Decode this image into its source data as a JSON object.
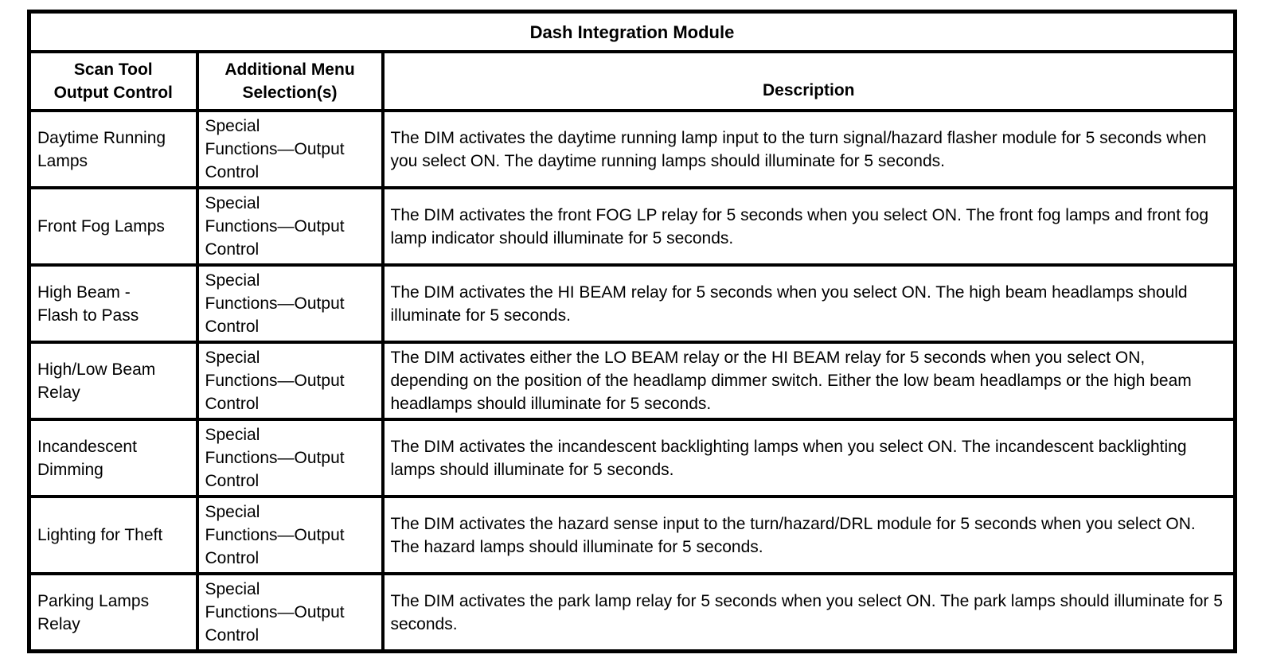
{
  "page": {
    "background_color": "#ffffff",
    "text_color": "#000000",
    "border_color": "#000000"
  },
  "table": {
    "title": "Dash Integration Module",
    "headers": {
      "control": "Scan Tool\nOutput Control",
      "menu": "Additional Menu\nSelection(s)",
      "description": "Description"
    },
    "rows": [
      {
        "control": "Daytime Running\nLamps",
        "menu": "Special\nFunctions—Output\nControl",
        "description": "The DIM activates the daytime running lamp input to the turn signal/hazard flasher module for 5 seconds when you select ON. The daytime running lamps should illuminate for 5 seconds."
      },
      {
        "control": "Front Fog Lamps",
        "menu": "Special\nFunctions—Output\nControl",
        "description": "The DIM activates the front FOG LP relay for 5 seconds when you select ON. The front fog lamps and front fog lamp indicator should illuminate for 5 seconds."
      },
      {
        "control": "High Beam -\nFlash to Pass",
        "menu": "Special\nFunctions—Output\nControl",
        "description": "The DIM activates the HI BEAM relay for 5 seconds when you select ON. The high beam headlamps should illuminate for 5 seconds."
      },
      {
        "control": "High/Low Beam\nRelay",
        "menu": "Special\nFunctions—Output\nControl",
        "description": "The DIM activates either the LO BEAM relay or the HI BEAM relay for 5 seconds when you select ON, depending on the position of the headlamp dimmer switch. Either the low beam headlamps or the high beam headlamps should illuminate for 5 seconds."
      },
      {
        "control": "Incandescent\nDimming",
        "menu": "Special\nFunctions—Output\nControl",
        "description": "The DIM activates the incandescent backlighting lamps when you select ON. The incandescent backlighting lamps should illuminate for 5 seconds."
      },
      {
        "control": "Lighting for Theft",
        "menu": "Special\nFunctions—Output\nControl",
        "description": "The DIM activates the hazard sense input to the turn/hazard/DRL module for 5 seconds when you select ON. The hazard lamps should illuminate for 5 seconds."
      },
      {
        "control": "Parking Lamps\nRelay",
        "menu": "Special\nFunctions—Output\nControl",
        "description": "The DIM activates the park lamp relay for 5 seconds when you select ON. The park lamps should illuminate for 5 seconds."
      }
    ]
  }
}
